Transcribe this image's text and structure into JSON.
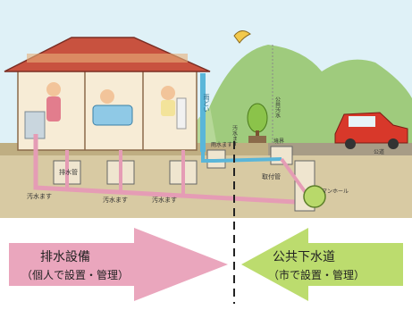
{
  "labels": {
    "left_title": "排水設備",
    "left_sub": "（個人で設置・管理）",
    "right_title": "公共下水道",
    "right_sub": "（市で設置・管理）",
    "pipe_drain": "排水管",
    "pipe_connect": "取付管",
    "sewage_box_1": "汚水ます",
    "sewage_box_2": "汚水ます",
    "sewage_box_3": "汚水ます",
    "rain_box": "雨水ます",
    "manhole": "マンホール",
    "road": "公道",
    "rain_gutter": "雨どい",
    "sewage_box_vertical": "汚水ます",
    "rain_box_vertical": "雨水ます",
    "public_main": "公共汚水",
    "boundary": "境界"
  },
  "colors": {
    "pink_arrow": "#eaa6bd",
    "green_arrow": "#b8d96a",
    "sky": "#cfe9f3",
    "hill": "#9ec77a",
    "ground": "#c9b68d",
    "underground": "#d9c9a4",
    "house_wall": "#f6ead2",
    "roof": "#c04a3c",
    "pipe_pink": "#e59cb5",
    "pipe_blue": "#5ab6d9",
    "car": "#d63c2e"
  }
}
